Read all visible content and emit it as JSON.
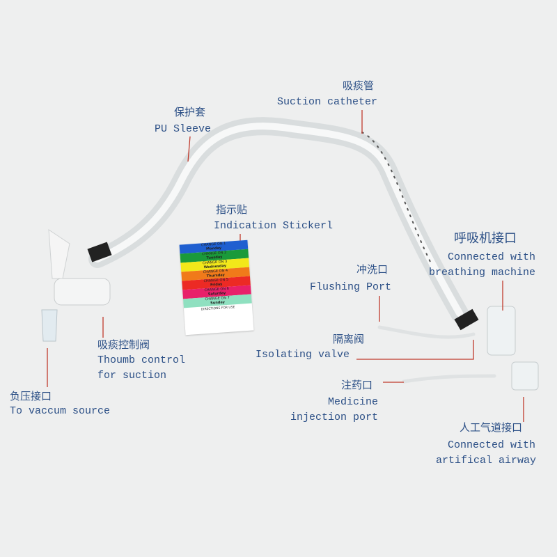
{
  "labels": {
    "suction_catheter": {
      "cn": "吸痰管",
      "en": "Suction catheter"
    },
    "pu_sleeve": {
      "cn": "保护套",
      "en": "PU Sleeve"
    },
    "indication_sticker": {
      "cn": "指示贴",
      "en": "Indication Stickerl"
    },
    "breathing_machine": {
      "cn": "呼吸机接口",
      "en1": "Connected with",
      "en2": "breathing machine"
    },
    "flushing_port": {
      "cn": "冲洗口",
      "en": "Flushing Port"
    },
    "isolating_valve": {
      "cn": "隔离阀",
      "en": "Isolating valve"
    },
    "medicine_port": {
      "cn": "注药口",
      "en1": "Medicine",
      "en2": "injection port"
    },
    "artificial_airway": {
      "cn": "人工气道接口",
      "en1": "Connected with",
      "en2": "artifical airway"
    },
    "thumb_control": {
      "cn": "吸痰控制阀",
      "en1": "Thoumb control",
      "en2": "for suction"
    },
    "vacuum_source": {
      "cn": "负压接口",
      "en": "To vaccum source"
    }
  },
  "sticker": {
    "bands": [
      {
        "text": "CHANGE ON 1",
        "day": "Monday",
        "color": "#1f5fd0"
      },
      {
        "text": "CHANGE ON 2",
        "day": "Tuesday",
        "color": "#1a9a3a"
      },
      {
        "text": "CHANGE ON 3",
        "day": "Wednesday",
        "color": "#f2e81a"
      },
      {
        "text": "CHANGE ON 4",
        "day": "Thursday",
        "color": "#f07a1a"
      },
      {
        "text": "CHANGE ON 5",
        "day": "Friday",
        "color": "#ec2a24"
      },
      {
        "text": "CHANGE ON 6",
        "day": "Saturday",
        "color": "#e8206a"
      },
      {
        "text": "CHANGE ON 7",
        "day": "Sunday",
        "color": "#8fe0c0"
      }
    ],
    "directions": "DIRECTIONS FOR USE"
  },
  "colors": {
    "label_text": "#2b4f86",
    "leader_line": "#c0392b"
  }
}
